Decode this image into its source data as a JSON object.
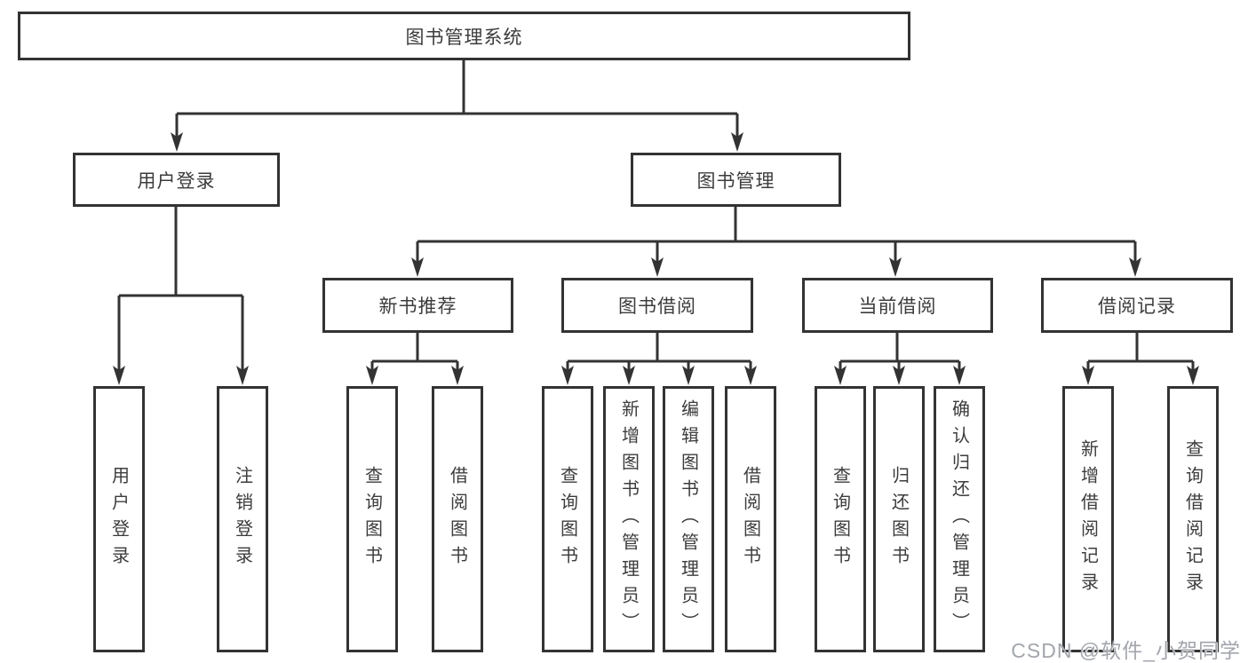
{
  "nodes": {
    "root": "图书管理系统",
    "user_login": "用户登录",
    "book_mgmt": "图书管理",
    "new_book": "新书推荐",
    "book_borrow": "图书借阅",
    "current_borrow": "当前借阅",
    "borrow_record": "借阅记录",
    "leaf_user_login": "用户登录",
    "leaf_logout": "注销登录",
    "leaf_nb_query": "查询图书",
    "leaf_nb_borrow": "借阅图书",
    "leaf_bb_query": "查询图书",
    "leaf_bb_add": "新增图书（管理员）",
    "leaf_bb_edit": "编辑图书（管理员）",
    "leaf_bb_borrow": "借阅图书",
    "leaf_cur_query": "查询图书",
    "leaf_cur_return": "归还图书",
    "leaf_cur_confirm": "确认归还（管理员）",
    "leaf_rec_add": "新增借阅记录",
    "leaf_rec_query": "查询借阅记录"
  },
  "watermark": "CSDN @软件_小贺同学",
  "colors": {
    "line": "#333333",
    "text": "#3c3c3c",
    "background": "#ffffff",
    "watermark": "#a2a6ac"
  }
}
